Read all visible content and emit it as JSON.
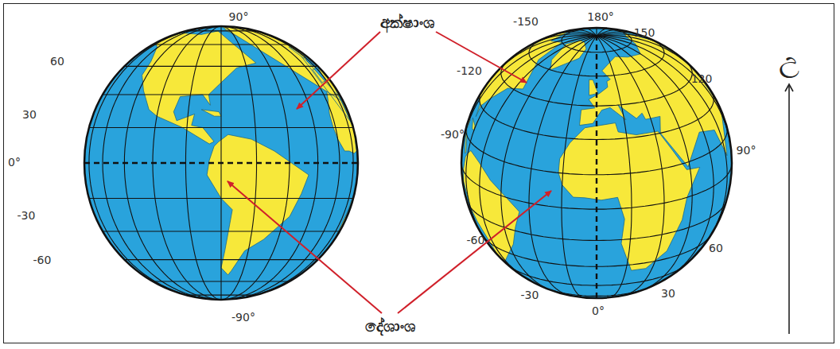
{
  "diagram": {
    "labels": [
      "අක්ෂාංශ",
      "90°",
      "60",
      "30",
      "0°",
      "-30",
      "-60",
      "-90°",
      "-150",
      "180°",
      "150",
      "-120",
      "120",
      "-90°",
      "90°",
      "-60",
      "60",
      "-30",
      "0°",
      "30",
      "දේශාංශ",
      "උ"
    ]
  }
}
